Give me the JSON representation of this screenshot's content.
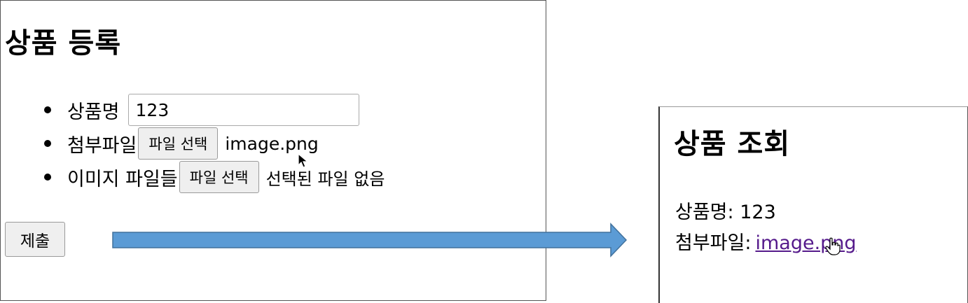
{
  "register_form": {
    "title": "상품 등록",
    "fields": [
      {
        "label": "상품명",
        "value": "123"
      },
      {
        "label": "첨부파일",
        "button_label": "파일 선택",
        "file_status": "image.png"
      },
      {
        "label": "이미지 파일들",
        "button_label": "파일 선택",
        "file_status": "선택된 파일 없음"
      }
    ],
    "submit_label": "제출"
  },
  "view_page": {
    "title": "상품 조회",
    "item_name_label": "상품명:",
    "item_name_value": "123",
    "attachment_label": "첨부파일:",
    "attachment_link": "image.png"
  },
  "colors": {
    "arrow_fill": "#5b9bd5",
    "arrow_stroke": "#41719c",
    "visited_link": "#551a8b",
    "button_bg": "#efefef"
  },
  "icons": {
    "cursor": "arrow-cursor-icon",
    "link_cursor": "hand-pointer-icon",
    "flow": "right-arrow-icon"
  }
}
